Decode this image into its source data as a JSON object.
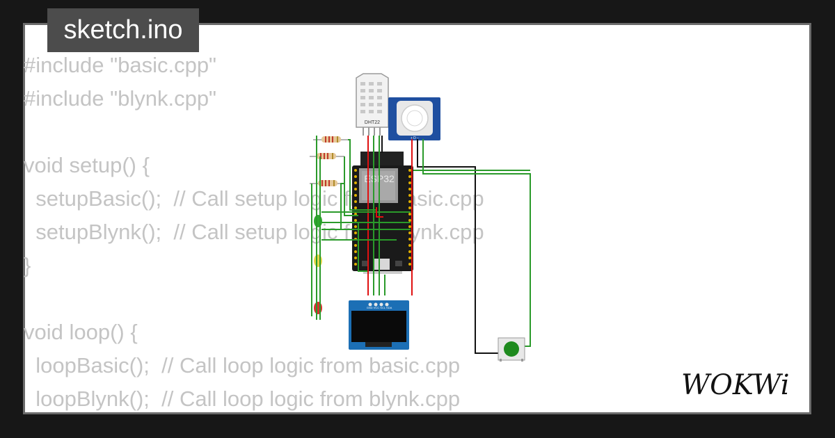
{
  "tab": {
    "filename": "sketch.ino"
  },
  "code": {
    "lines": [
      "#include \"basic.cpp\"",
      "#include \"blynk.cpp\"",
      "",
      "void setup() {",
      "  setupBasic();  // Call setup logic from basic.cpp",
      "  setupBlynk();  // Call setup logic from blynk.cpp",
      "}",
      "",
      "void loop() {",
      "  loopBasic();  // Call loop logic from basic.cpp",
      "  loopBlynk();  // Call loop logic from blynk.cpp"
    ]
  },
  "circuit": {
    "dht_label": "DHT22",
    "esp_label": "ESP32",
    "pir_pins": "+ D −",
    "oled_pins": "GND VCC SCL SDA"
  },
  "brand": {
    "logo_text": "WOKWi"
  },
  "colors": {
    "background": "#171717",
    "card": "#ffffff",
    "tab": "#4c4c4c",
    "code_text": "#c4c4c4",
    "wire_green": "#2a9a2a",
    "wire_red": "#e01010",
    "wire_black": "#111111",
    "pir_board": "#1f4fa0",
    "oled_board": "#1c6fb5"
  }
}
